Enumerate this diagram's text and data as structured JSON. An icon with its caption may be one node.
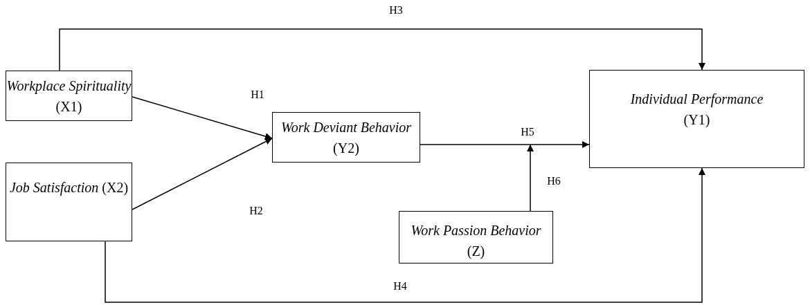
{
  "diagram": {
    "nodes": [
      {
        "text": [
          "Workplace Spirituality",
          "(X1)"
        ]
      },
      {
        "text": [
          "*Job Satisfaction* (X2)"
        ]
      },
      {
        "text": [
          "Work Deviant Behavior",
          "(Y2)"
        ]
      },
      {
        "text": [
          "Individual Performance",
          "(Y1)"
        ]
      },
      {
        "text": [
          "Work Passion Behavior",
          "(Z)"
        ]
      }
    ],
    "edges": [
      {
        "from": 0,
        "to": 3,
        "arrow": "to",
        "label": "H3"
      },
      {
        "from": 0,
        "to": 2,
        "arrow": "to",
        "label": "H1"
      },
      {
        "from": 1,
        "to": 2,
        "arrow": "to",
        "label": "H2"
      },
      {
        "from": 2,
        "to": 3,
        "arrow": "to",
        "label": "H5"
      },
      {
        "from": 4,
        "to": null,
        "arrow": "to",
        "label": "H6"
      },
      {
        "from": 1,
        "to": 3,
        "arrow": "to",
        "label": "H4"
      }
    ]
  }
}
